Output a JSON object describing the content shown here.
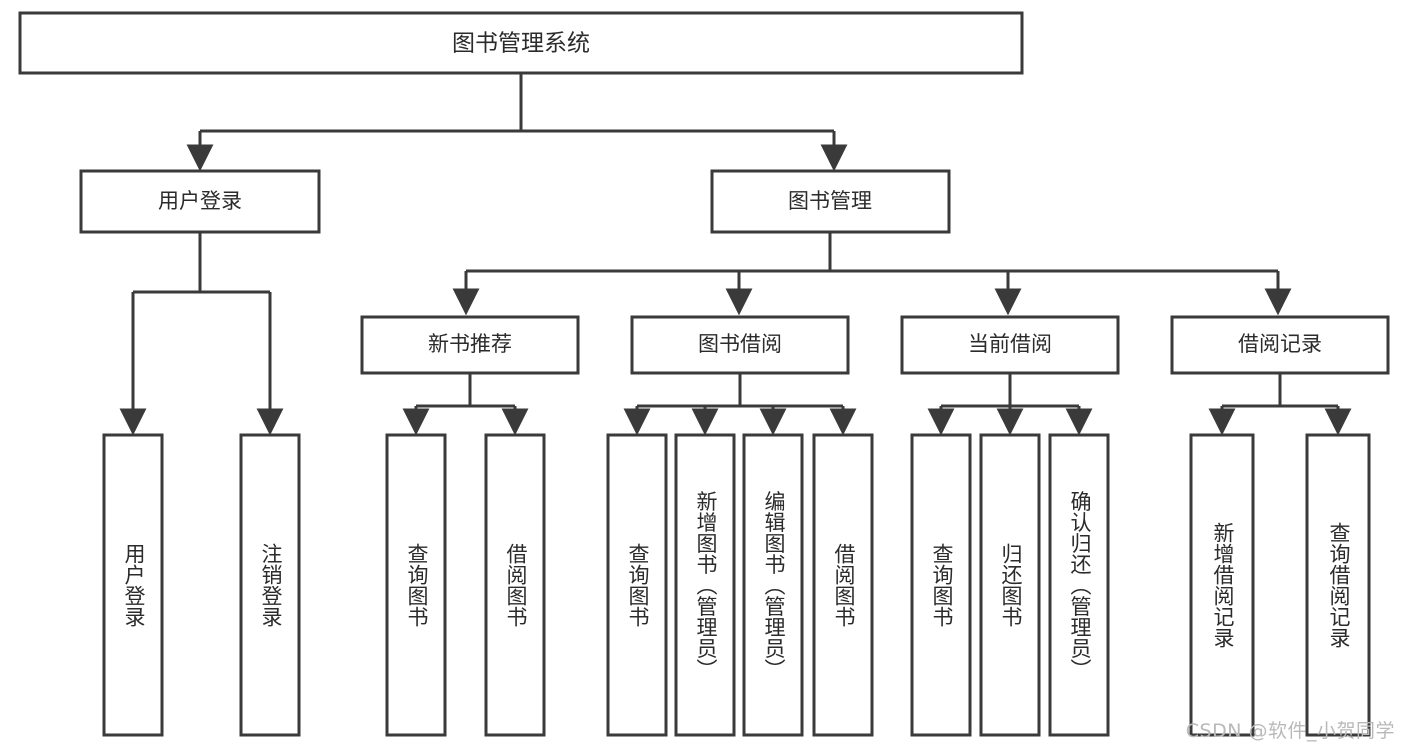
{
  "diagram": {
    "type": "tree",
    "title": "图书管理系统",
    "watermark": "CSDN @软件_小贺同学",
    "colors": {
      "background": "#ffffff",
      "box_fill": "#ffffff",
      "box_stroke": "#3a3a3a",
      "text": "#2b2b2b",
      "watermark": "#b9b9b9"
    },
    "levels": {
      "root": {
        "label": "图书管理系统"
      },
      "level2": [
        {
          "id": "user-login",
          "label": "用户登录"
        },
        {
          "id": "book-management",
          "label": "图书管理"
        }
      ],
      "level3": [
        {
          "id": "new-book-recommend",
          "label": "新书推荐",
          "parent": "book-management"
        },
        {
          "id": "book-borrow",
          "label": "图书借阅",
          "parent": "book-management"
        },
        {
          "id": "current-borrow",
          "label": "当前借阅",
          "parent": "book-management"
        },
        {
          "id": "borrow-record",
          "label": "借阅记录",
          "parent": "book-management"
        }
      ],
      "leaves": {
        "user-login": [
          {
            "id": "leaf-user-login",
            "label": "用户登录"
          },
          {
            "id": "leaf-logout-login",
            "label": "注销登录"
          }
        ],
        "new-book-recommend": [
          {
            "id": "leaf-query-book-1",
            "label": "查询图书"
          },
          {
            "id": "leaf-borrow-book-1",
            "label": "借阅图书"
          }
        ],
        "book-borrow": [
          {
            "id": "leaf-query-book-2",
            "label": "查询图书"
          },
          {
            "id": "leaf-add-book",
            "label": "新增图书（管理员）"
          },
          {
            "id": "leaf-edit-book",
            "label": "编辑图书（管理员）"
          },
          {
            "id": "leaf-borrow-book-2",
            "label": "借阅图书"
          }
        ],
        "current-borrow": [
          {
            "id": "leaf-query-book-3",
            "label": "查询图书"
          },
          {
            "id": "leaf-return-book",
            "label": "归还图书"
          },
          {
            "id": "leaf-confirm-return",
            "label": "确认归还（管理员）"
          }
        ],
        "borrow-record": [
          {
            "id": "leaf-add-record",
            "label": "新增借阅记录"
          },
          {
            "id": "leaf-query-record",
            "label": "查询借阅记录"
          }
        ]
      }
    }
  }
}
